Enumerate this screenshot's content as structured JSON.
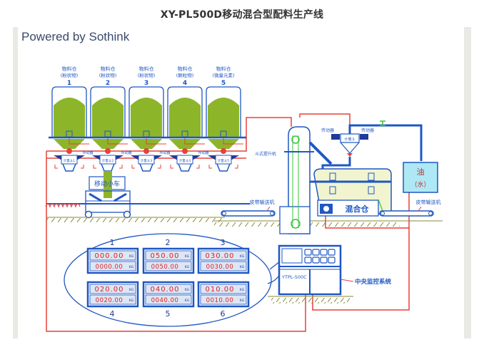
{
  "title": "XY-PL500D移动混合型配料生产线",
  "watermark": "Powered by Sothink",
  "colors": {
    "pipe_blue": "#1f57c3",
    "wire_red": "#e8403a",
    "material_green": "#8db52a",
    "tank_cyan": "#aee8f5",
    "ground_hatch": "#8a8a3a",
    "frame_grey": "#e9e9e5"
  },
  "silos": [
    {
      "name": "物料仓",
      "type": "(粉状物)",
      "number": "1",
      "scale": "计量斗1"
    },
    {
      "name": "物料仓",
      "type": "(粉状物)",
      "number": "2",
      "scale": "计量斗2"
    },
    {
      "name": "物料仓",
      "type": "(粉状物)",
      "number": "3",
      "scale": "计量斗3"
    },
    {
      "name": "物料仓",
      "type": "(颗粒物)",
      "number": "4",
      "scale": "计量斗4"
    },
    {
      "name": "物料仓",
      "type": "(微量元素)",
      "number": "5",
      "scale": "计量斗5"
    }
  ],
  "labels": {
    "feeder": "传动器",
    "cart": "移动小车",
    "bucket_elevator": "斗式提升机",
    "belt_conveyor_left": "皮带输送机",
    "belt_conveyor_right": "皮带输送机",
    "mixer": "混合仓",
    "tank_main": "油",
    "tank_sub": "（水）",
    "hopper_feeder_left": "传动器",
    "hopper_feeder_right": "传动器",
    "hopper_scale": "计量斗",
    "control_system": "中央监控系统",
    "controller_model": "YTPL-500C"
  },
  "displays": [
    {
      "number": "1",
      "target": "000.00",
      "actual": "0000.00",
      "unit": "KG"
    },
    {
      "number": "2",
      "target": "050.00",
      "actual": "0050.00",
      "unit": "KG"
    },
    {
      "number": "3",
      "target": "030.00",
      "actual": "0030.00",
      "unit": "KG"
    },
    {
      "number": "4",
      "target": "020.00",
      "actual": "0020.00",
      "unit": "KG"
    },
    {
      "number": "5",
      "target": "040.00",
      "actual": "0040.00",
      "unit": "KG"
    },
    {
      "number": "6",
      "target": "010.00",
      "actual": "0010.00",
      "unit": "KG"
    }
  ]
}
